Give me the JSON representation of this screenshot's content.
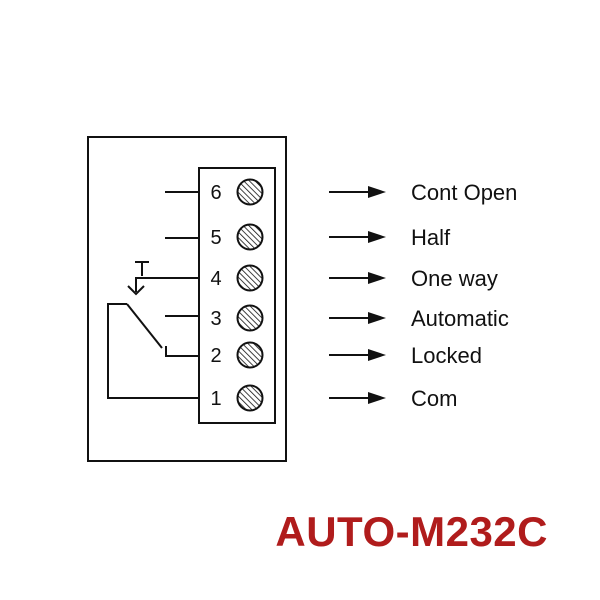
{
  "model": "AUTO-M232C",
  "colors": {
    "model": "#b01c1c",
    "line": "#111111"
  },
  "terminals": [
    {
      "number": "6",
      "function": "Cont Open"
    },
    {
      "number": "5",
      "function": "Half"
    },
    {
      "number": "4",
      "function": "One way"
    },
    {
      "number": "3",
      "function": "Automatic"
    },
    {
      "number": "2",
      "function": "Locked"
    },
    {
      "number": "1",
      "function": "Com"
    }
  ]
}
